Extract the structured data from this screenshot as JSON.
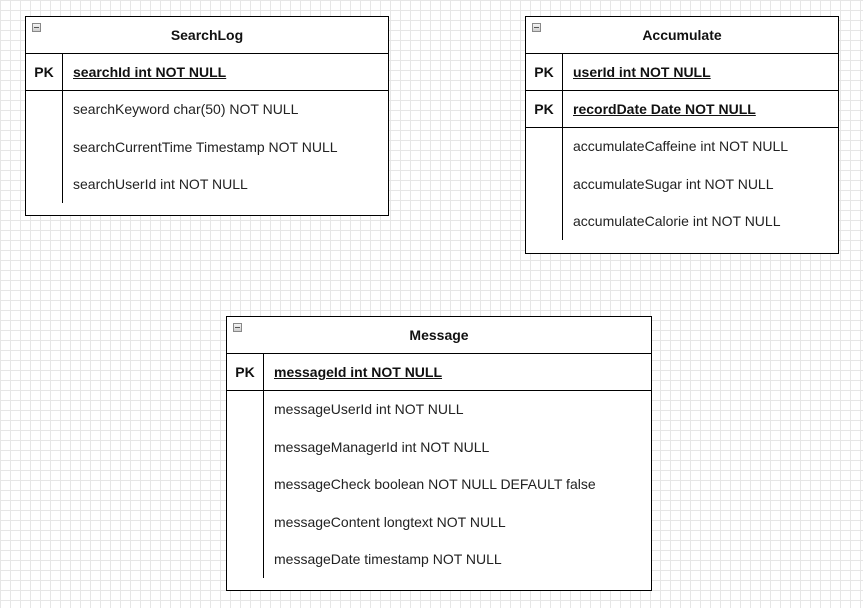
{
  "entities": {
    "searchlog": {
      "title": "SearchLog",
      "pk_label": "PK",
      "pk_field": "searchId int NOT NULL",
      "attributes": [
        "searchKeyword char(50) NOT NULL",
        "searchCurrentTime Timestamp NOT NULL",
        "searchUserId int NOT NULL"
      ]
    },
    "accumulate": {
      "title": "Accumulate",
      "pk_rows": [
        {
          "label": "PK",
          "field": "userId int NOT NULL"
        },
        {
          "label": "PK",
          "field": "recordDate Date NOT NULL"
        }
      ],
      "attributes": [
        "accumulateCaffeine int NOT NULL",
        "accumulateSugar int NOT NULL",
        "accumulateCalorie int NOT NULL"
      ]
    },
    "message": {
      "title": "Message",
      "pk_label": "PK",
      "pk_field": "messageId int NOT NULL",
      "attributes": [
        "messageUserId int NOT NULL",
        "messageManagerId int NOT NULL",
        "messageCheck boolean NOT NULL DEFAULT false",
        "messageContent longtext NOT NULL",
        "messageDate timestamp NOT NULL"
      ]
    }
  }
}
